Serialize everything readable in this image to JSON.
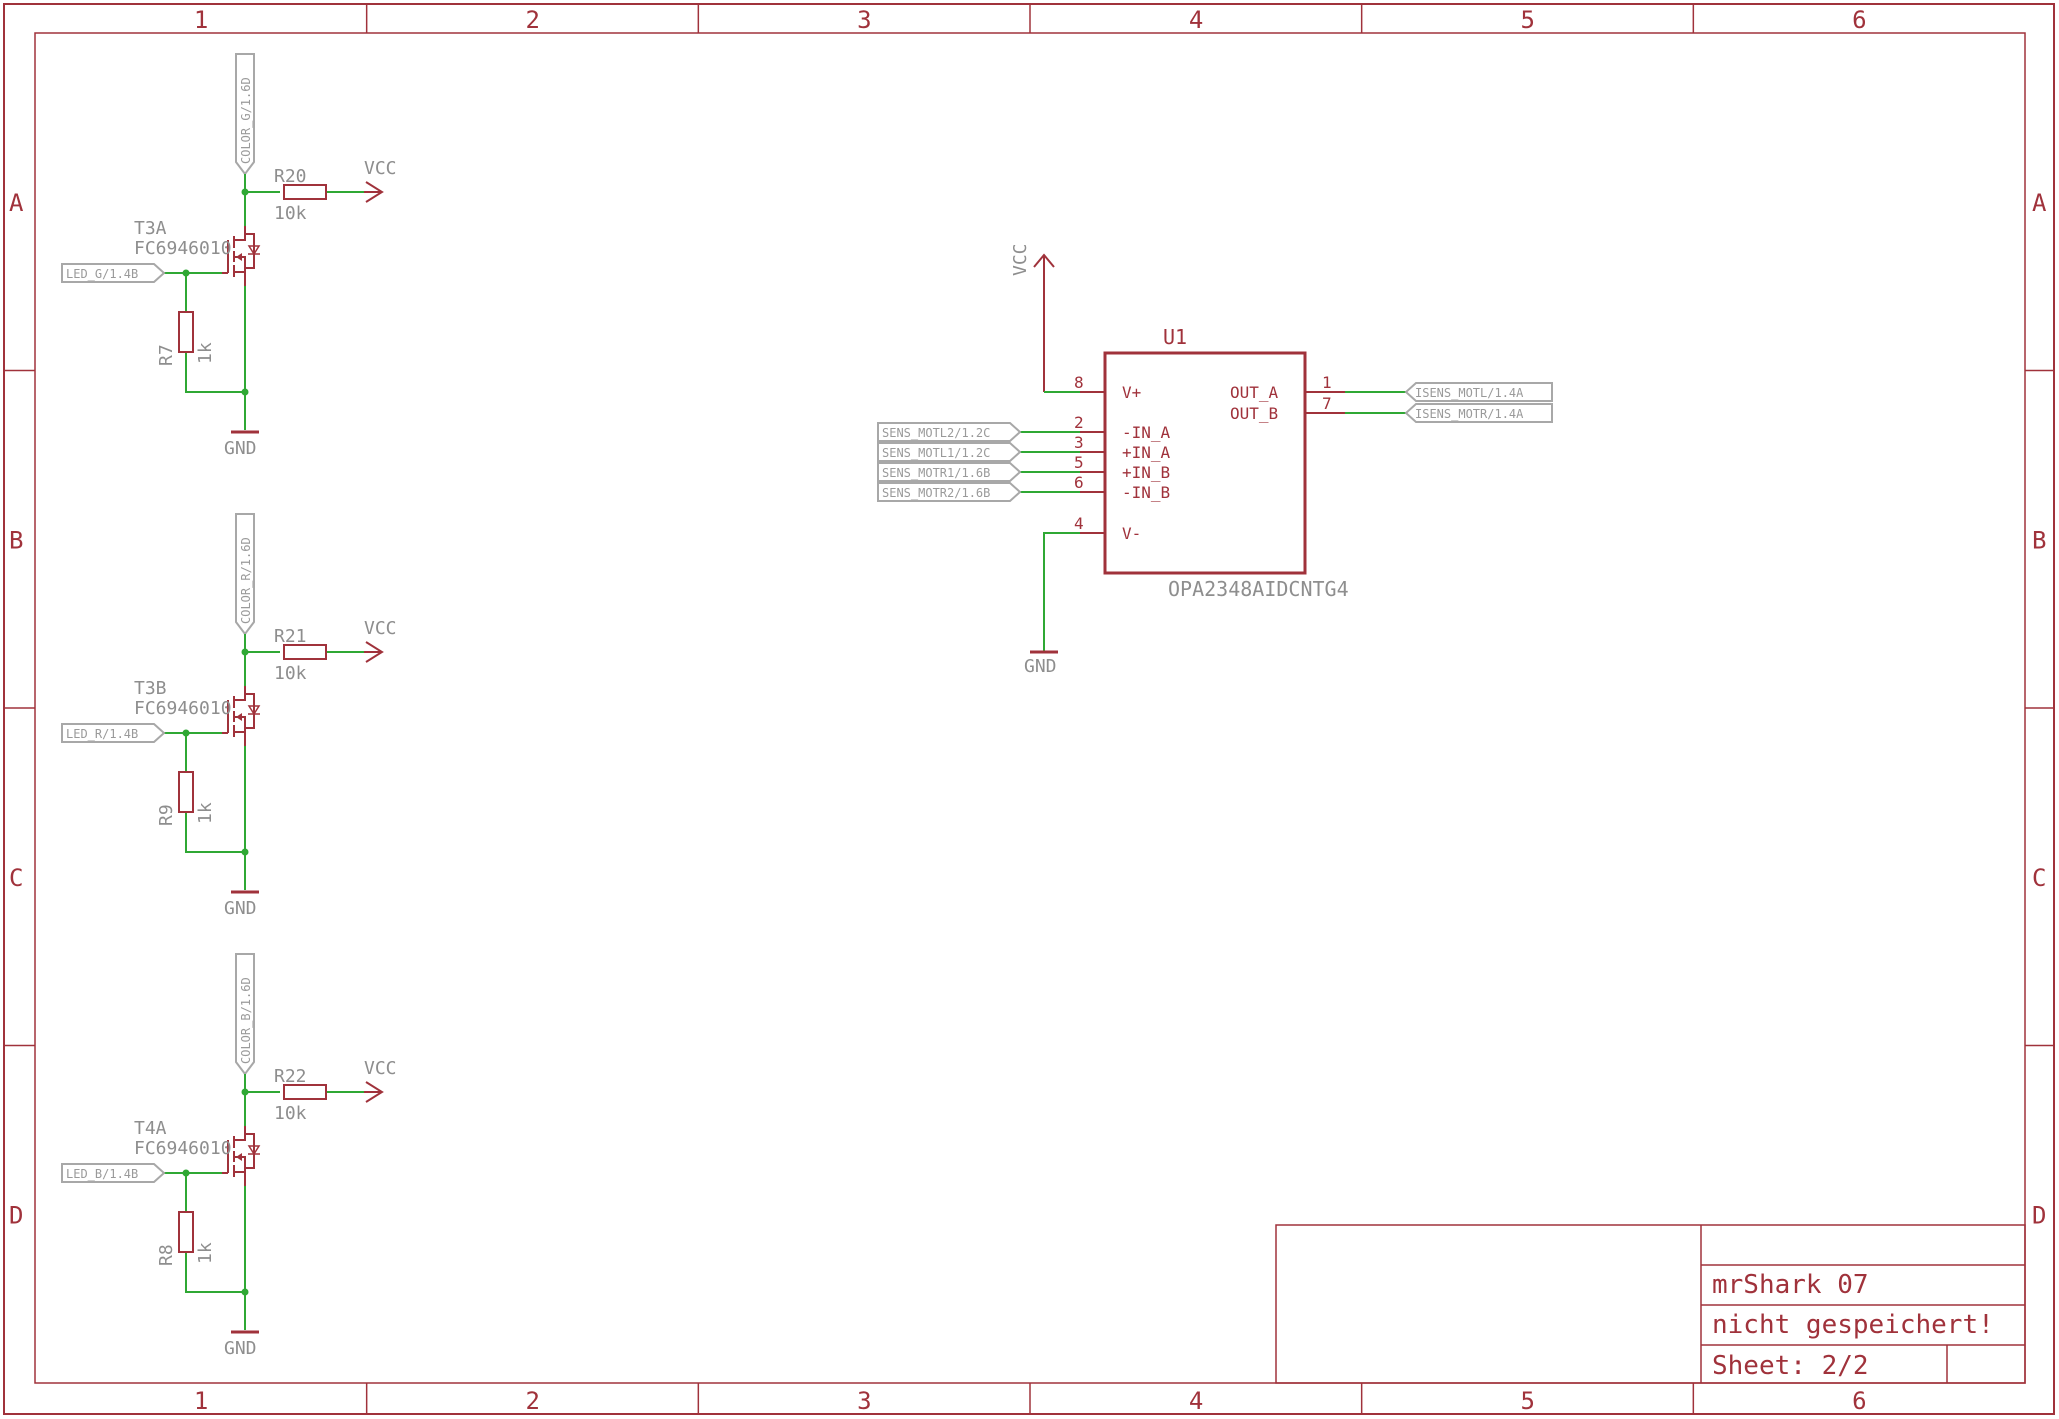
{
  "frame": {
    "columns": [
      "1",
      "2",
      "3",
      "4",
      "5",
      "6"
    ],
    "rows": [
      "A",
      "B",
      "C",
      "D"
    ]
  },
  "title_block": {
    "project": "mrShark 07",
    "status": "nicht gespeichert!",
    "sheet": "Sheet: 2/2"
  },
  "led_drivers": [
    {
      "color_label": "COLOR_G/1.6D",
      "pullup_name": "R20",
      "pullup_value": "10k",
      "vcc": "VCC",
      "fet_name": "T3A",
      "fet_part": "FC6946010",
      "input_label": "LED_G/1.4B",
      "pulldown_name": "R7",
      "pulldown_value": "1k",
      "gnd": "GND"
    },
    {
      "color_label": "COLOR_R/1.6D",
      "pullup_name": "R21",
      "pullup_value": "10k",
      "vcc": "VCC",
      "fet_name": "T3B",
      "fet_part": "FC6946010",
      "input_label": "LED_R/1.4B",
      "pulldown_name": "R9",
      "pulldown_value": "1k",
      "gnd": "GND"
    },
    {
      "color_label": "COLOR_B/1.6D",
      "pullup_name": "R22",
      "pullup_value": "10k",
      "vcc": "VCC",
      "fet_name": "T4A",
      "fet_part": "FC6946010",
      "input_label": "LED_B/1.4B",
      "pulldown_name": "R8",
      "pulldown_value": "1k",
      "gnd": "GND"
    }
  ],
  "opamp": {
    "name": "U1",
    "part": "OPA2348AIDCNTG4",
    "vcc": "VCC",
    "gnd": "GND",
    "left_pins": [
      {
        "num": "8",
        "name": "V+",
        "net": ""
      },
      {
        "num": "2",
        "name": "-IN_A",
        "net": "SENS_MOTL2/1.2C"
      },
      {
        "num": "3",
        "name": "+IN_A",
        "net": "SENS_MOTL1/1.2C"
      },
      {
        "num": "5",
        "name": "+IN_B",
        "net": "SENS_MOTR1/1.6B"
      },
      {
        "num": "6",
        "name": "-IN_B",
        "net": "SENS_MOTR2/1.6B"
      },
      {
        "num": "4",
        "name": "V-",
        "net": ""
      }
    ],
    "right_pins": [
      {
        "num": "1",
        "name": "OUT_A",
        "net": "ISENS_MOTL/1.4A"
      },
      {
        "num": "7",
        "name": "OUT_B",
        "net": "ISENS_MOTR/1.4A"
      }
    ]
  },
  "colors": {
    "frame": "#a0323b",
    "wire": "#2fa834",
    "label_outline": "#a8a8a8",
    "text_grey": "#8e8e8e"
  }
}
